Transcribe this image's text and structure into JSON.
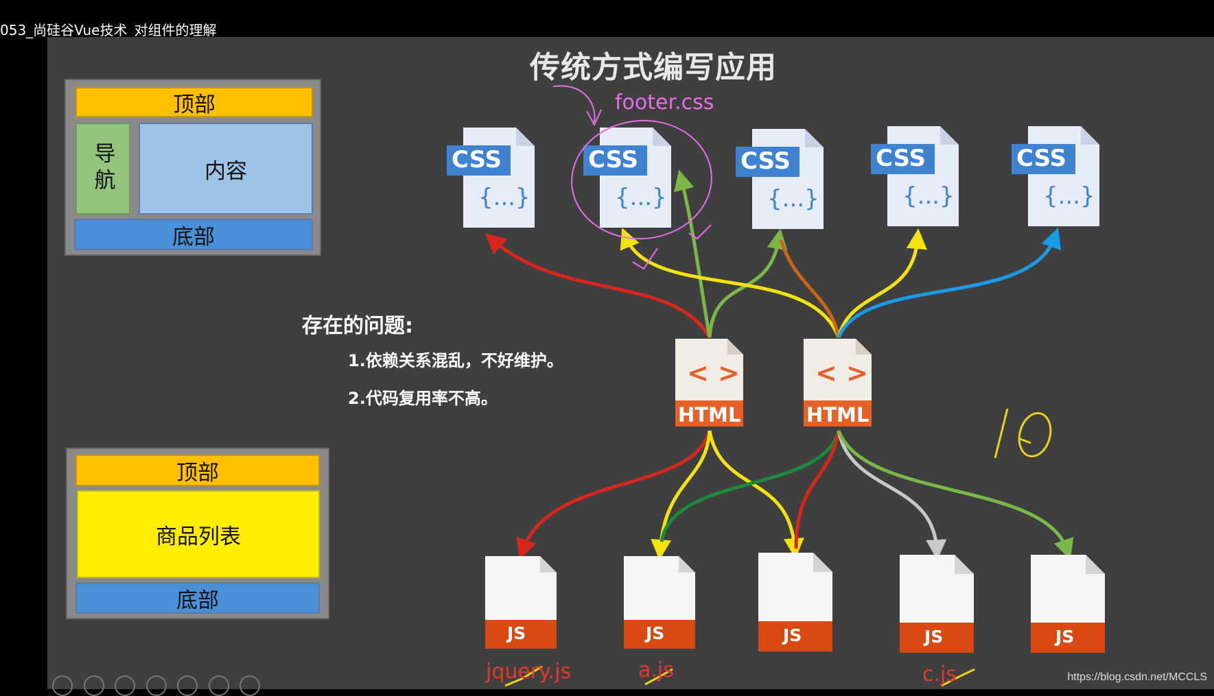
{
  "video_title": "053_尚硅谷Vue技术_对组件的理解",
  "slide_title": "传统方式编写应用",
  "layout1": {
    "top": "顶部",
    "nav": "导航",
    "content": "内容",
    "bottom": "底部"
  },
  "layout2": {
    "top": "顶部",
    "content": "商品列表",
    "bottom": "底部"
  },
  "problems": {
    "title": "存在的问题:",
    "items": [
      "1.依赖关系混乱，不好维护。",
      "2.代码复用率不高。"
    ]
  },
  "files": {
    "css_badge": "CSS",
    "css_body": "{...}",
    "html_label": "HTML",
    "html_glyph": "< >",
    "js_label": "JS"
  },
  "annotations": {
    "footer_css": "footer.css",
    "jquery_js": "jquery.js",
    "a_js": "a.js",
    "c_js": "c.js",
    "handwritten_number": "10"
  },
  "colors": {
    "css_badge": "#3f82cf",
    "html_band": "#e4612a",
    "js_band": "#d94a12",
    "annotation_pink": "#e86de8",
    "annotation_red": "#e5382c",
    "handwriting_yellow": "#e8d21a"
  },
  "watermark": "https://blog.csdn.net/MCCLS"
}
